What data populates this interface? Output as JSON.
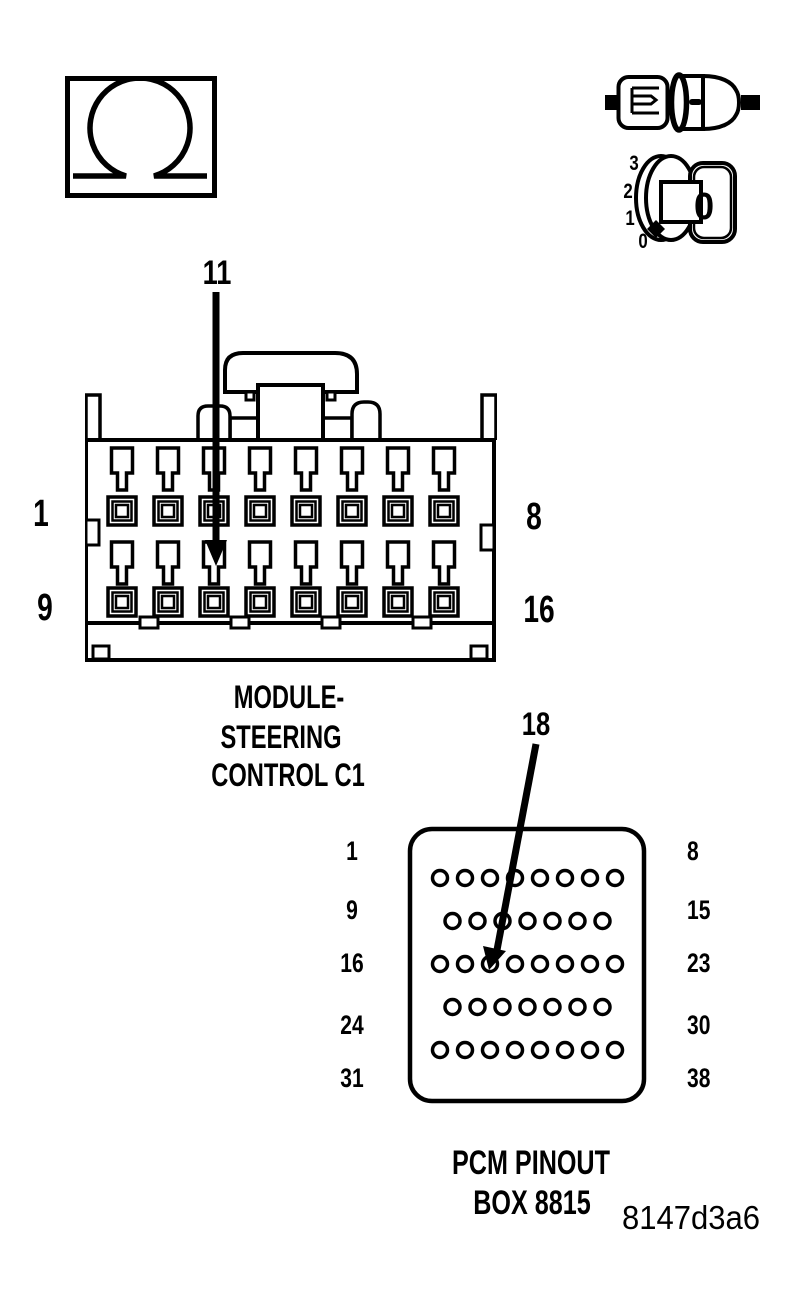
{
  "meta": {
    "part_code": "8147d3a6"
  },
  "colors": {
    "line": "#000000",
    "background": "#ffffff"
  },
  "icons": {
    "ohmmeter": "ohmmeter-icon",
    "probe": "connector-mating-icon",
    "dial": "rotary-dial-icon"
  },
  "dial": {
    "ticks": [
      "3",
      "2",
      "1",
      "0"
    ],
    "display": "0"
  },
  "steering": {
    "callout": "11",
    "rows": 2,
    "columns": 8,
    "pins": {
      "left_top": "1",
      "right_top": "8",
      "left_bottom": "9",
      "right_bottom": "16"
    },
    "caption": [
      "MODULE-",
      "STEERING",
      "CONTROL C1"
    ]
  },
  "pcm": {
    "callout": "18",
    "pins_per_row": [
      8,
      7,
      8,
      7,
      8
    ],
    "rows": [
      {
        "left": "1",
        "right": "8"
      },
      {
        "left": "9",
        "right": "15"
      },
      {
        "left": "16",
        "right": "23"
      },
      {
        "left": "24",
        "right": "30"
      },
      {
        "left": "31",
        "right": "38"
      }
    ],
    "caption": [
      "PCM PINOUT",
      "BOX 8815"
    ]
  }
}
